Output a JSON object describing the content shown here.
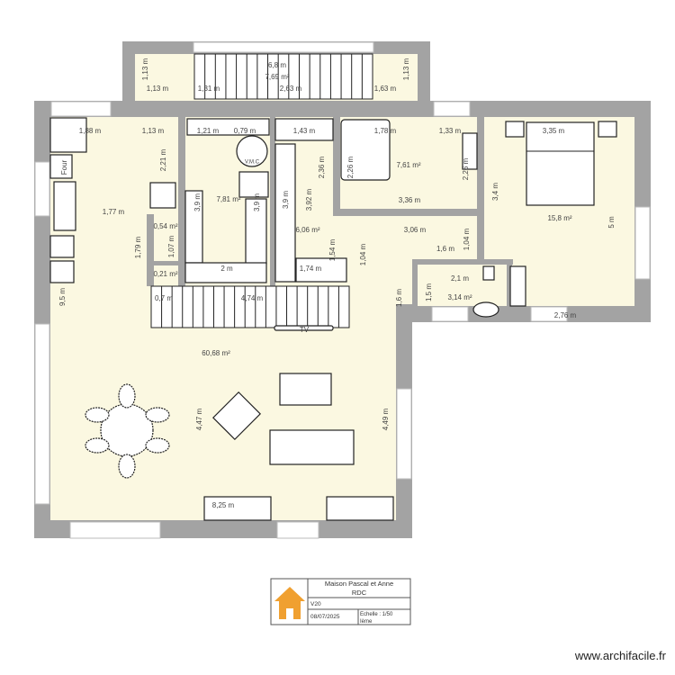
{
  "plan": {
    "rooms": {
      "stair_landing_area": "7,69 m²",
      "pantry_area": "7,81 m²",
      "storage_area": "6,06 m²",
      "bathroom_area": "7,61 m²",
      "bedroom_area": "15,8 m²",
      "wc_area": "3,14 m²",
      "closet_area": "0,54 m²",
      "small_closet_area": "0,21 m²",
      "living_area": "60,68 m²"
    },
    "fixtures": {
      "oven": "Four",
      "ventilation": "V.M.C",
      "tv": "TV"
    },
    "dimensions": [
      "6,8 m",
      "1,13 m",
      "1,13 m",
      "1,31 m",
      "2,63 m",
      "1,63 m",
      "1,13 m",
      "1,88 m",
      "1,13 m",
      "1,21 m",
      "0,79 m",
      "1,43 m",
      "1,78 m",
      "1,33 m",
      "3,35 m",
      "2,21 m",
      "1,77 m",
      "1,79 m",
      "1,07 m",
      "9,5 m",
      "3,9 m",
      "3,9 m",
      "2 m",
      "3,9 m",
      "3,92 m",
      "2,36 m",
      "1,74 m",
      "1,54 m",
      "2,26 m",
      "2,26 m",
      "3,36 m",
      "3,4 m",
      "5 m",
      "3,06 m",
      "1,04 m",
      "1,6 m",
      "1,04 m",
      "2,1 m",
      "1,6 m",
      "1,5 m",
      "2,76 m",
      "0,7 m",
      "4,74 m",
      "4,47 m",
      "4,49 m",
      "8,25 m"
    ]
  },
  "title_block": {
    "project": "Maison Pascal et Anne",
    "level": "RDC",
    "version": "V20",
    "date": "08/07/2025",
    "scale": "Echelle : 1/50",
    "unit": "Ième",
    "logo_color": "#f0a030"
  },
  "watermark": "www.archifacile.fr",
  "colors": {
    "wall": "#a3a3a3",
    "floor": "#fbf8e1"
  }
}
